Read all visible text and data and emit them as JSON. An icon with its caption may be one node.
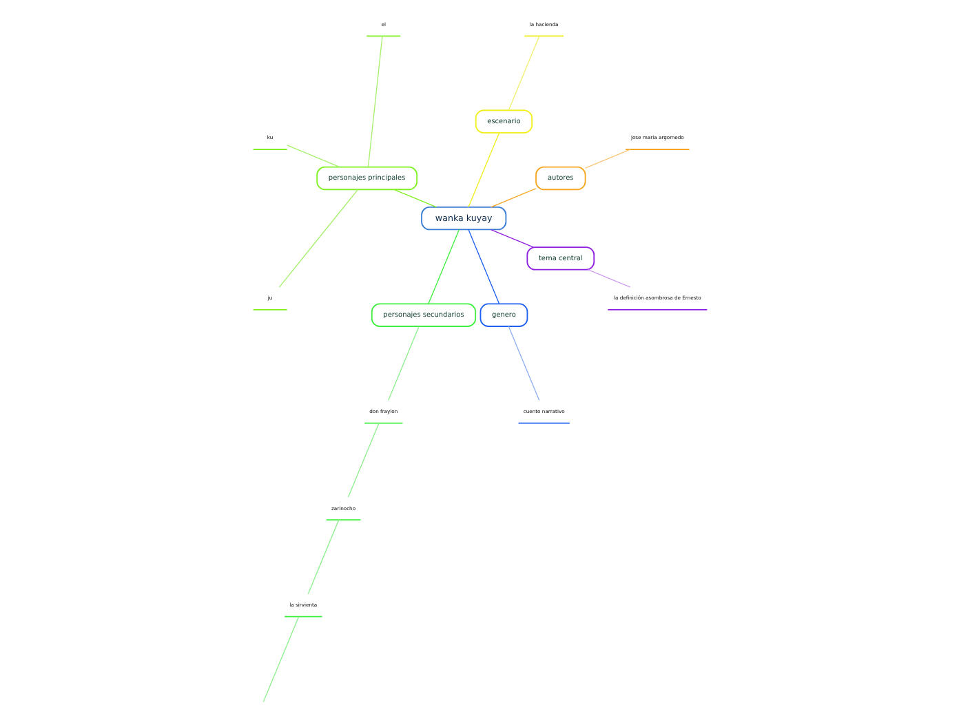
{
  "diagram": {
    "nodes": [
      {
        "text": [
          "wanka kuyay"
        ]
      },
      {
        "text": [
          "autores"
        ]
      },
      {
        "text": [
          "jose maria argomedo"
        ]
      },
      {
        "text": [
          "escenario"
        ]
      },
      {
        "text": [
          "la hacienda"
        ]
      },
      {
        "text": [
          "personajes principales"
        ]
      },
      {
        "text": [
          "el"
        ]
      },
      {
        "text": [
          "ku"
        ]
      },
      {
        "text": [
          "ju"
        ]
      },
      {
        "text": [
          "personajes secundarios"
        ]
      },
      {
        "text": [
          "don fraylon"
        ]
      },
      {
        "text": [
          "zarinocho"
        ]
      },
      {
        "text": [
          "la sirvienta"
        ]
      },
      {
        "text": [
          "genero"
        ]
      },
      {
        "text": [
          "cuento narrativo"
        ]
      },
      {
        "text": [
          "tema central"
        ]
      },
      {
        "text": [
          "la definición asombrosa de Ernesto"
        ]
      }
    ],
    "edges": [
      {
        "from": 0,
        "to": 1,
        "arrow": "none",
        "color": "#f5a623"
      },
      {
        "from": 1,
        "to": 2,
        "arrow": "none",
        "color": "#f9c77a"
      },
      {
        "from": 0,
        "to": 3,
        "arrow": "none",
        "color": "#f0f020"
      },
      {
        "from": 3,
        "to": 4,
        "arrow": "none",
        "color": "#f0f070"
      },
      {
        "from": 0,
        "to": 5,
        "arrow": "none",
        "color": "#80f020"
      },
      {
        "from": 5,
        "to": 6,
        "arrow": "none",
        "color": "#a8f070"
      },
      {
        "from": 5,
        "to": 7,
        "arrow": "none",
        "color": "#a8f070"
      },
      {
        "from": 5,
        "to": 8,
        "arrow": "none",
        "color": "#a8f070"
      },
      {
        "from": 0,
        "to": 9,
        "arrow": "none",
        "color": "#40f040"
      },
      {
        "from": 9,
        "to": 10,
        "arrow": "none",
        "color": "#90f090"
      },
      {
        "from": 10,
        "to": 11,
        "arrow": "none",
        "color": "#90f090"
      },
      {
        "from": 11,
        "to": 12,
        "arrow": "none",
        "color": "#90f090"
      },
      {
        "from": 12,
        "to": null,
        "arrow": "none",
        "color": "#90f090"
      },
      {
        "from": 0,
        "to": 13,
        "arrow": "none",
        "color": "#2060f0"
      },
      {
        "from": 13,
        "to": 14,
        "arrow": "none",
        "color": "#90b0f0"
      },
      {
        "from": 0,
        "to": 15,
        "arrow": "none",
        "color": "#9020e0"
      },
      {
        "from": 15,
        "to": 16,
        "arrow": "none",
        "color": "#d0a0f0"
      }
    ]
  }
}
